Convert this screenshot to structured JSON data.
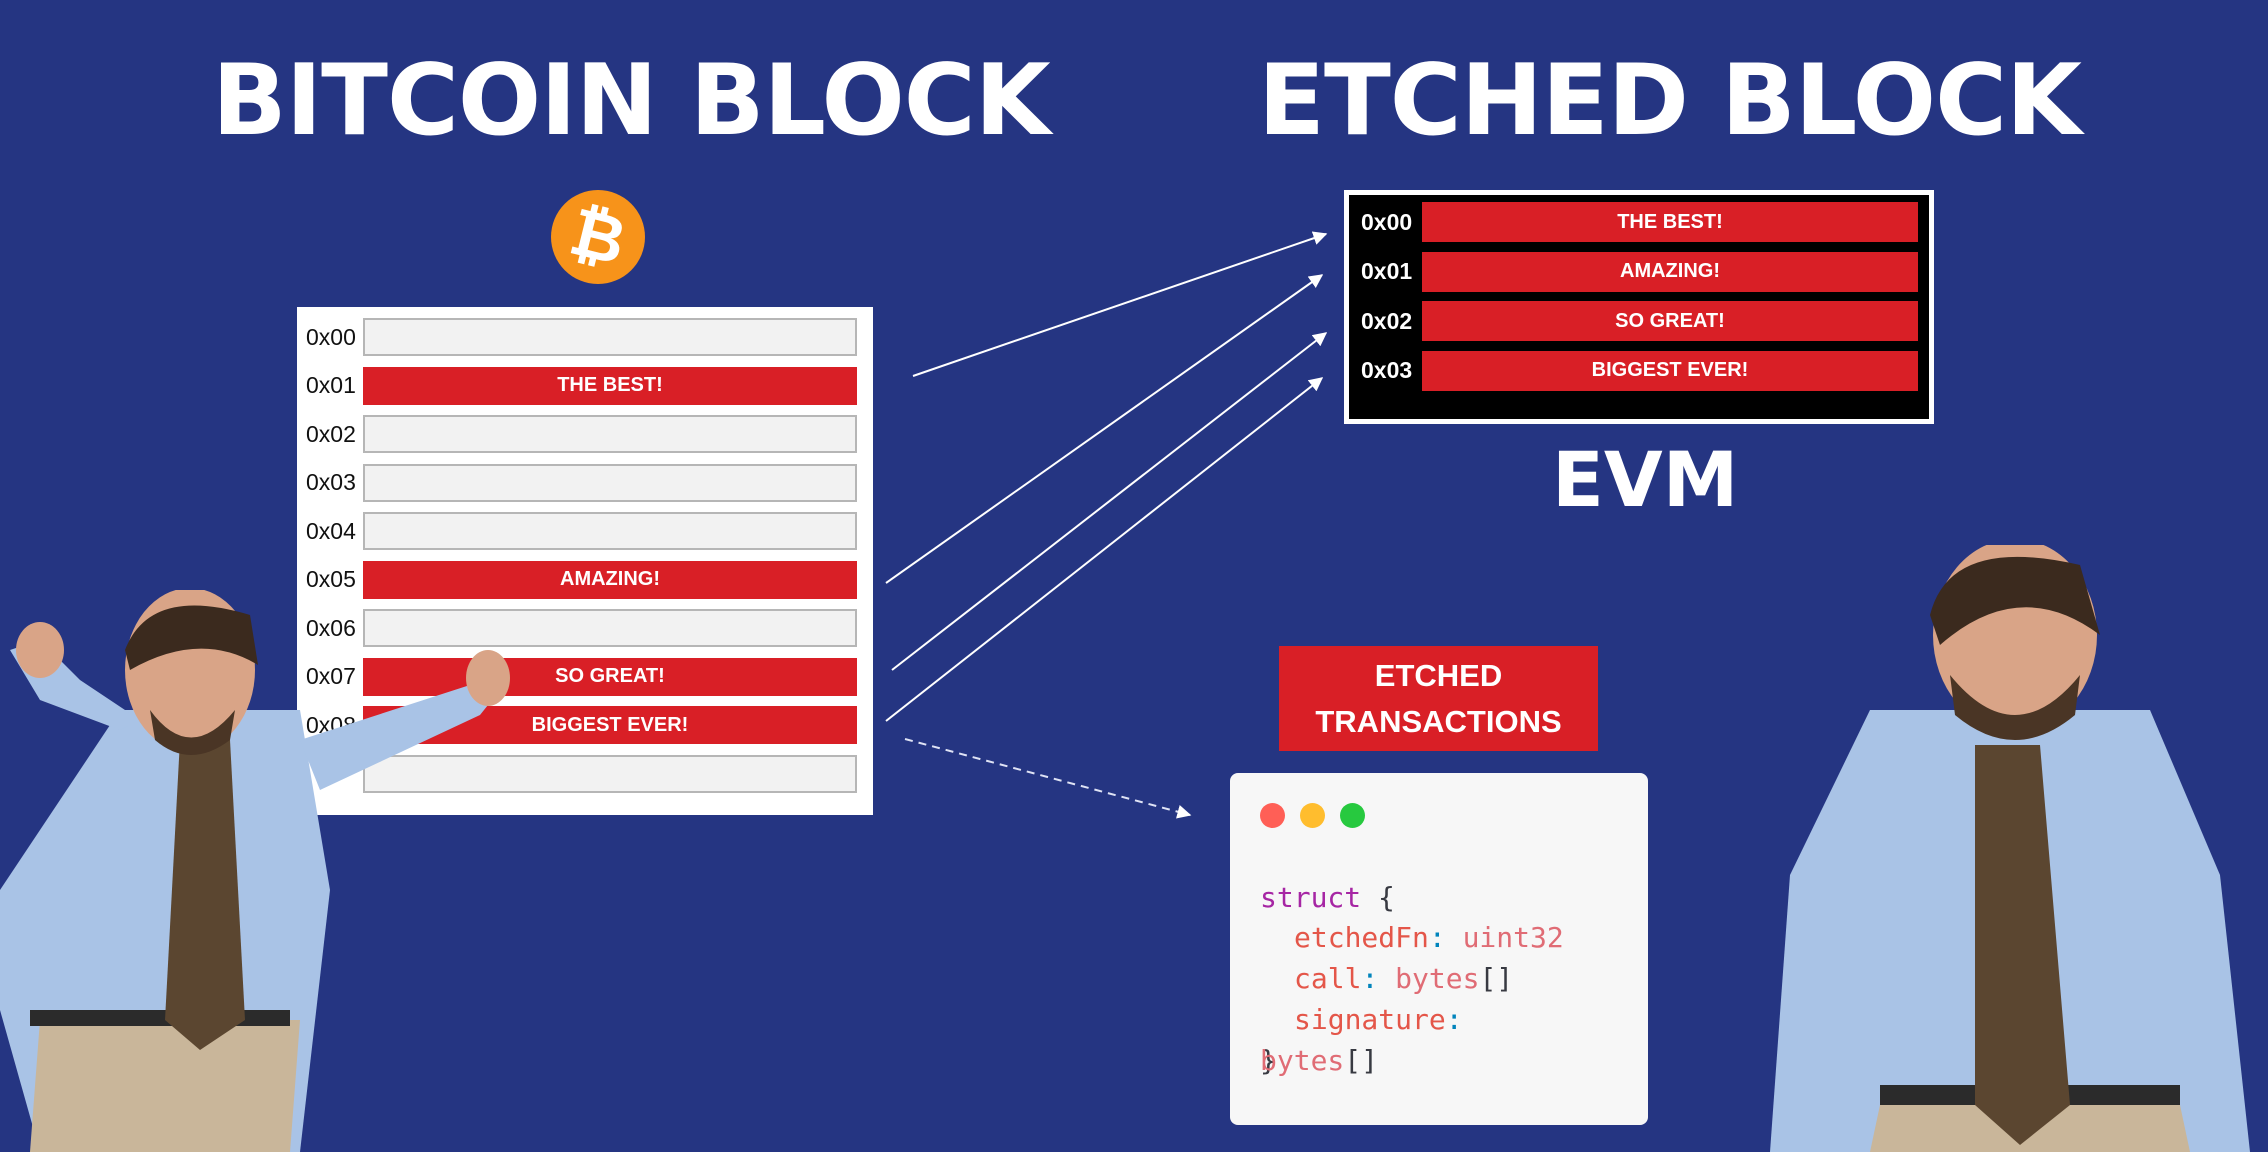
{
  "titles": {
    "left": "BITCOIN BLOCK",
    "right": "ETCHED BLOCK",
    "evm": "EVM"
  },
  "bitcoin_icon": {
    "name": "bitcoin-icon",
    "glyph": "₿",
    "color": "#f7931a"
  },
  "bitcoin_block": {
    "rows": [
      {
        "addr": "0x00",
        "label": ""
      },
      {
        "addr": "0x01",
        "label": "THE BEST!"
      },
      {
        "addr": "0x02",
        "label": ""
      },
      {
        "addr": "0x03",
        "label": ""
      },
      {
        "addr": "0x04",
        "label": ""
      },
      {
        "addr": "0x05",
        "label": "AMAZING!"
      },
      {
        "addr": "0x06",
        "label": ""
      },
      {
        "addr": "0x07",
        "label": "SO GREAT!"
      },
      {
        "addr": "0x08",
        "label": "BIGGEST EVER!"
      },
      {
        "addr": "",
        "label": ""
      }
    ]
  },
  "etched_block": {
    "rows": [
      {
        "addr": "0x00",
        "label": "THE BEST!"
      },
      {
        "addr": "0x01",
        "label": "AMAZING!"
      },
      {
        "addr": "0x02",
        "label": "SO GREAT!"
      },
      {
        "addr": "0x03",
        "label": "BIGGEST EVER!"
      }
    ]
  },
  "transactions": {
    "label_line1": "ETCHED",
    "label_line2": "TRANSACTIONS",
    "code": {
      "keyword": "struct",
      "open_brace": " {",
      "field1_name": "etchedFn",
      "field1_type": "uint32",
      "field2_name": "call",
      "field2_type": "bytes",
      "field3_name": "signature",
      "field3_type": "bytes",
      "brackets": "[]",
      "colon": ":",
      "close_brace": "}"
    }
  },
  "colors": {
    "background": "#253582",
    "accent_red": "#d91f26",
    "bitcoin_orange": "#f7931a"
  }
}
